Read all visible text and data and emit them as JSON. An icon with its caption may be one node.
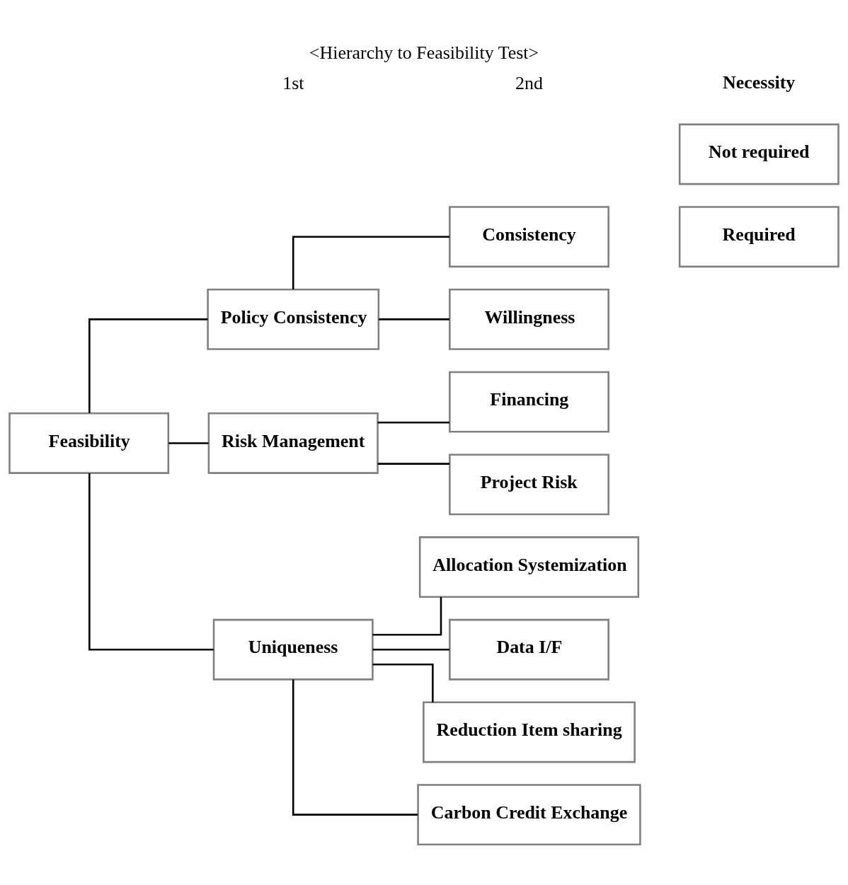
{
  "diagram": {
    "title": "<Hierarchy to Feasibility Test>",
    "nodes": [
      {
        "text": [
          "Feasibility"
        ]
      },
      {
        "text": [
          "Policy Consistency"
        ]
      },
      {
        "text": [
          "Consistency"
        ]
      },
      {
        "text": [
          "Willingness"
        ]
      },
      {
        "text": [
          "Risk Management"
        ]
      },
      {
        "text": [
          "Financing"
        ]
      },
      {
        "text": [
          "Project Risk"
        ]
      },
      {
        "text": [
          "Uniqueness"
        ]
      },
      {
        "text": [
          "Allocation Systemization"
        ]
      },
      {
        "text": [
          "Data I/F"
        ]
      },
      {
        "text": [
          "Reduction Item sharing"
        ]
      },
      {
        "text": [
          "Carbon Credit Exchange"
        ]
      },
      {
        "text": [
          "Required"
        ]
      },
      {
        "text": [
          "Not required"
        ]
      }
    ],
    "edges": [
      {
        "from": 0,
        "to": 1,
        "arrow": "none"
      },
      {
        "from": 0,
        "to": 4,
        "arrow": "none"
      },
      {
        "from": 0,
        "to": 7,
        "arrow": "none"
      },
      {
        "from": 1,
        "to": 2,
        "arrow": "none"
      },
      {
        "from": 1,
        "to": 3,
        "arrow": "none"
      },
      {
        "from": 4,
        "to": 5,
        "arrow": "none"
      },
      {
        "from": 4,
        "to": 6,
        "arrow": "none"
      },
      {
        "from": 7,
        "to": 8,
        "arrow": "none"
      },
      {
        "from": 7,
        "to": 9,
        "arrow": "none"
      },
      {
        "from": 7,
        "to": 10,
        "arrow": "none"
      },
      {
        "from": 7,
        "to": 11,
        "arrow": "none"
      }
    ],
    "labels": [
      "1st",
      "2nd",
      "Necessity"
    ]
  }
}
